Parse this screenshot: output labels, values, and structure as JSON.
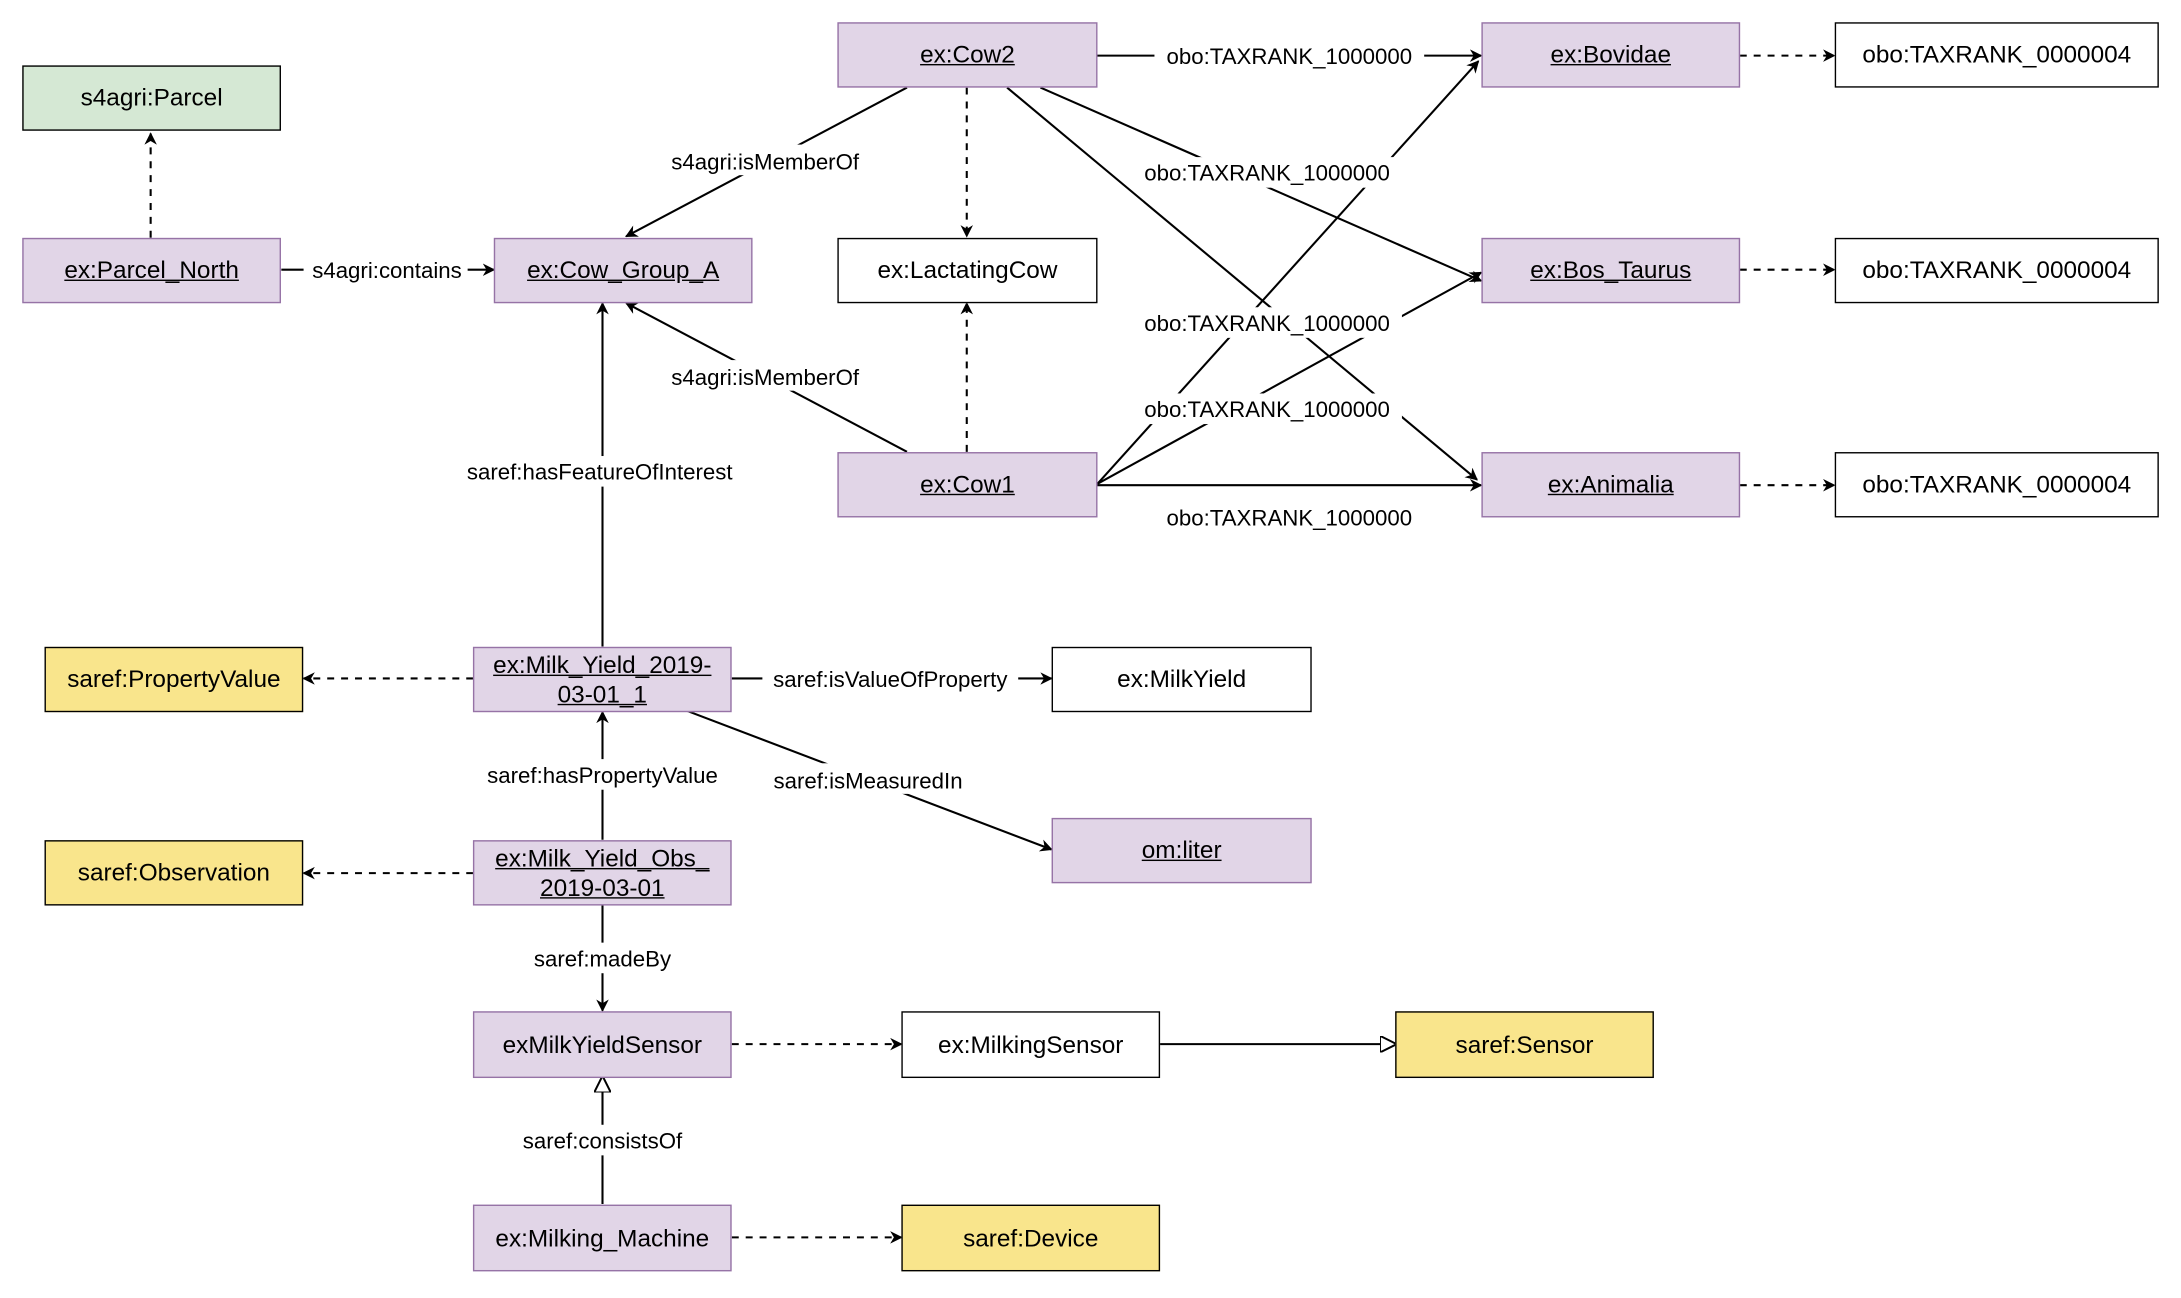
{
  "nodes": {
    "parcel_class": "s4agri:Parcel",
    "parcel_north": "ex:Parcel_North",
    "cow_group_a": "ex:Cow_Group_A",
    "cow2": "ex:Cow2",
    "lactating_cow": "ex:LactatingCow",
    "cow1": "ex:Cow1",
    "bovidae": "ex:Bovidae",
    "bos_taurus": "ex:Bos_Taurus",
    "animalia": "ex:Animalia",
    "taxrank_1": "obo:TAXRANK_0000004",
    "taxrank_2": "obo:TAXRANK_0000004",
    "taxrank_3": "obo:TAXRANK_0000004",
    "property_value_class": "saref:PropertyValue",
    "milk_yield_value": "ex:Milk_Yield_2019-03-01_1",
    "milk_yield_class": "ex:MilkYield",
    "liter": "om:liter",
    "observation_class": "saref:Observation",
    "milk_yield_obs": "ex:Milk_Yield_Obs_ 2019-03-01",
    "milk_yield_sensor": "exMilkYieldSensor",
    "milking_sensor_class": "ex:MilkingSensor",
    "sensor_class": "saref:Sensor",
    "milking_machine": "ex:Milking_Machine",
    "device_class": "saref:Device"
  },
  "edges": {
    "contains": "s4agri:contains",
    "cow2_member_of": "s4agri:isMemberOf",
    "cow1_member_of": "s4agri:isMemberOf",
    "cow2_bovidae": "obo:TAXRANK_1000000",
    "cow2_bos_taurus": "obo:TAXRANK_1000000",
    "cow2_animalia": "obo:TAXRANK_1000000",
    "cow1_bovidae": "obo:TAXRANK_1000000",
    "cow1_bos_taurus": "obo:TAXRANK_1000000",
    "cow1_animalia": "obo:TAXRANK_1000000",
    "has_feature_of_interest": "saref:hasFeatureOfInterest",
    "is_value_of_property": "saref:isValueOfProperty",
    "is_measured_in": "saref:isMeasuredIn",
    "has_property_value": "saref:hasPropertyValue",
    "made_by": "saref:madeBy",
    "consists_of": "saref:consistsOf"
  }
}
